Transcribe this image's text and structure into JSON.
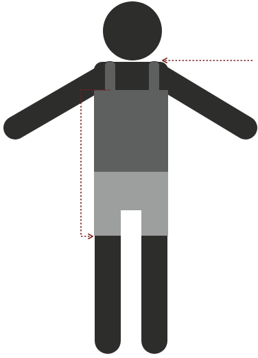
{
  "colors": {
    "background": "#ffffff",
    "body": "#2d2d2b",
    "vest": "#5e5f5f",
    "shorts": "#9d9e9e",
    "arrow": "#7b1e1e"
  },
  "figure": {
    "head_icon": "circle-head",
    "arms_icon": "outstretched-arms",
    "legs_icon": "standing-legs"
  },
  "garments": {
    "vest": "vest-garment",
    "shorts": "shorts-garment"
  },
  "annotations": {
    "shoulder_arrow": "dotted-arrow-pointing-left-to-shoulder",
    "length_bracket": "dotted-bracket-from-chest-to-shorts-hem"
  }
}
